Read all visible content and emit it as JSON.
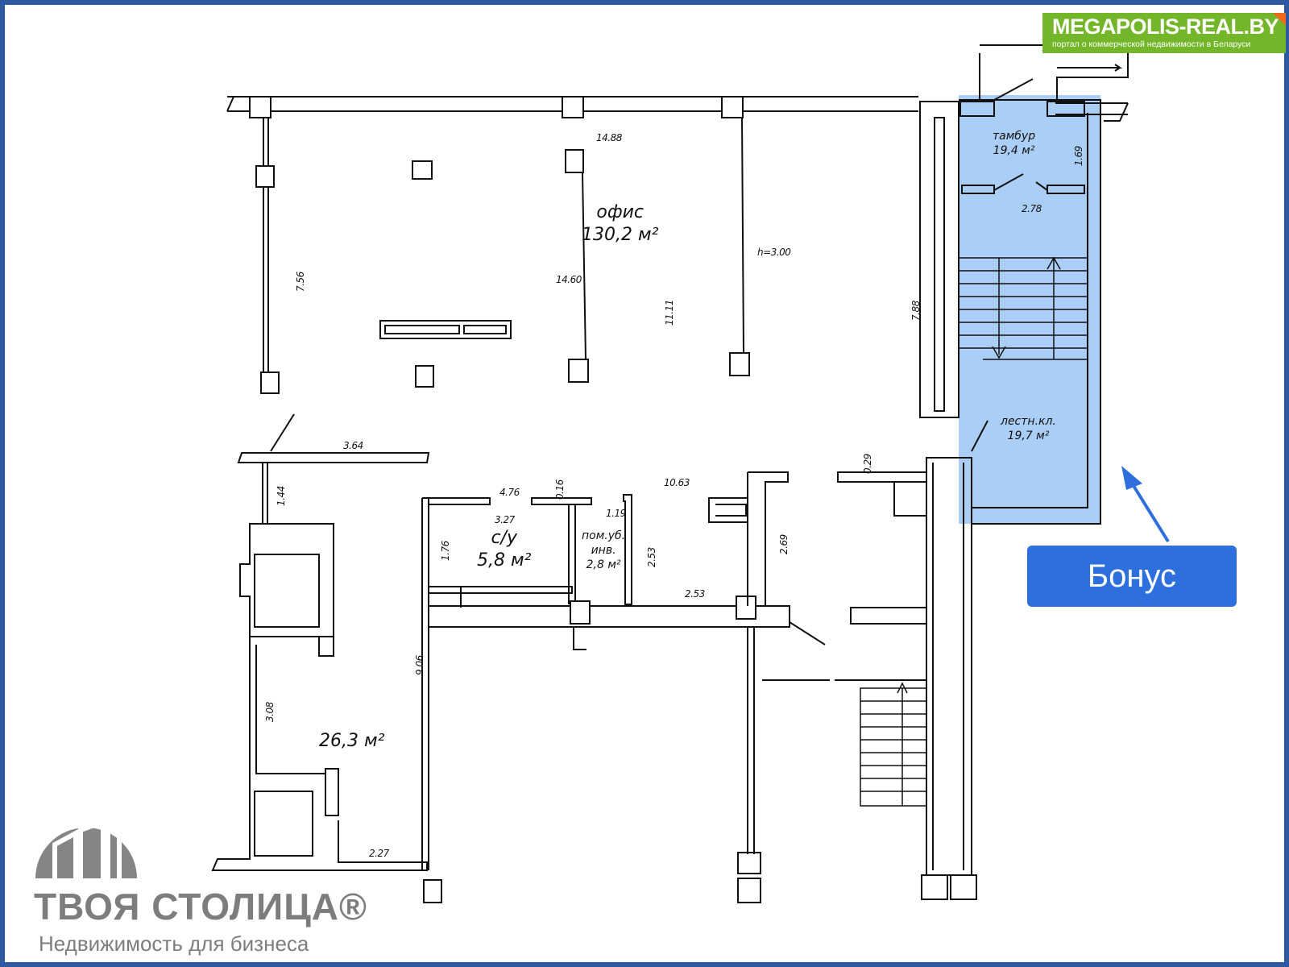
{
  "watermarks": {
    "megapolis": {
      "title": "MEGAPOLIS-REAL.BY",
      "subtitle": "портал о коммерческой недвижимости в Беларуси"
    },
    "tvoya_stolitsa": {
      "name": "ТВОЯ СТОЛИЦА®",
      "subtitle": "Недвижимость для бизнеса"
    }
  },
  "callout": {
    "label": "Бонус"
  },
  "colors": {
    "frame": "#2d5aa0",
    "highlight": "#9cc6f5",
    "callout": "#2d6fdc",
    "megapolis": "#74b62a"
  },
  "rooms": {
    "office": {
      "name": "офис",
      "area": "130,2 м²"
    },
    "vestibule": {
      "name": "тамбур",
      "area": "19,4 м²"
    },
    "stairwell": {
      "name": "лестн.кл.",
      "area": "19,7 м²"
    },
    "wc": {
      "name": "с/у",
      "area": "5,8 м²"
    },
    "utility": {
      "name": "пом.уб.",
      "name2": "инв.",
      "area": "2,8 м²"
    },
    "room_left": {
      "area": "26,3 м²"
    }
  },
  "dimensions": {
    "d1488": "14.88",
    "d1460": "14.60",
    "h300": "h=3.00",
    "d756": "7.56",
    "d1111": "11.11",
    "d788": "7.88",
    "d169": "1.69",
    "d278": "2.78",
    "d364": "3.64",
    "d144": "1.44",
    "d476": "4.76",
    "d016": "0.16",
    "d119": "1.19",
    "d1063": "10.63",
    "d029": "0.29",
    "d327": "3.27",
    "d176": "1.76",
    "d253a": "2.53",
    "d269": "2.69",
    "d253b": "2.53",
    "d906": "9.06",
    "d308": "3.08",
    "d227": "2.27"
  }
}
